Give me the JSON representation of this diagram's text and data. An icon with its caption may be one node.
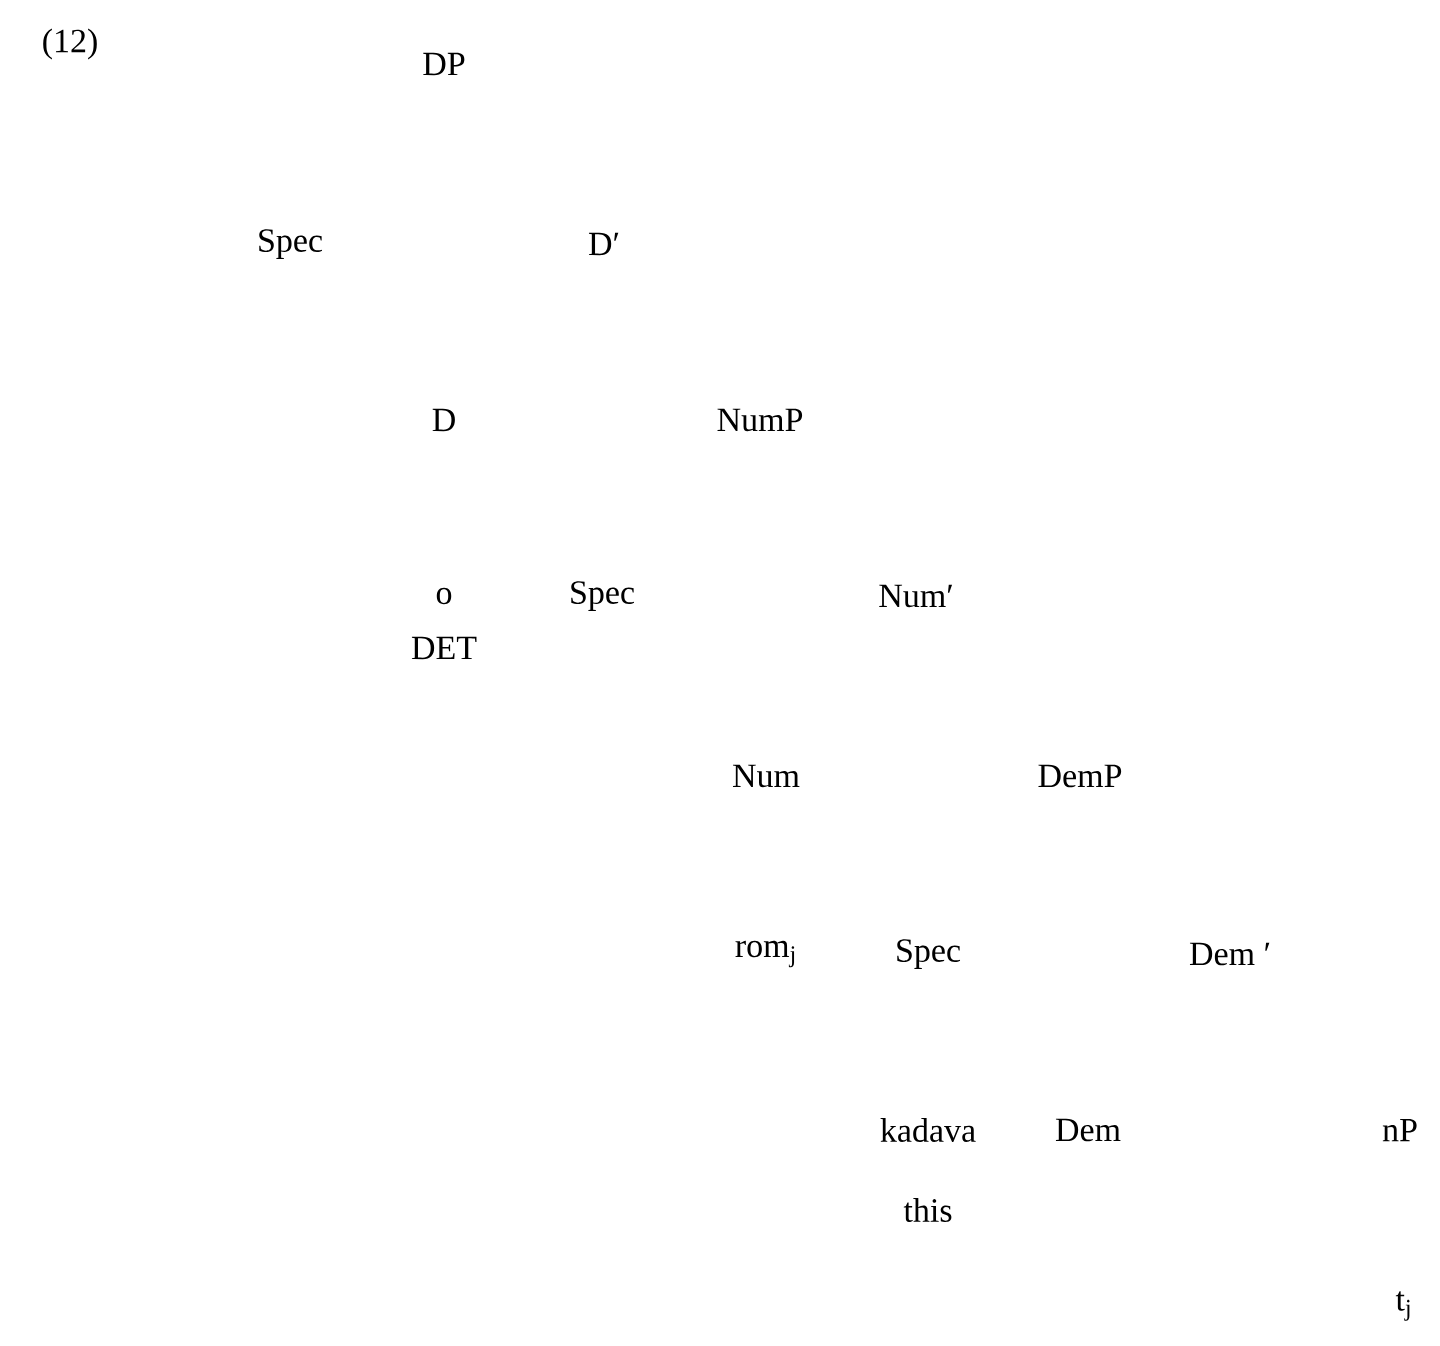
{
  "diagram": {
    "labels": [
      "(12)",
      "DP",
      "Spec",
      "D′",
      "D",
      "NumP",
      "o",
      "Spec",
      "Num′",
      "DET",
      "Num",
      "DemP",
      "rom$_{j}$",
      "Spec",
      "Dem ′",
      "kadava",
      "Dem",
      "nP",
      "this",
      "t$_{j}$"
    ]
  }
}
